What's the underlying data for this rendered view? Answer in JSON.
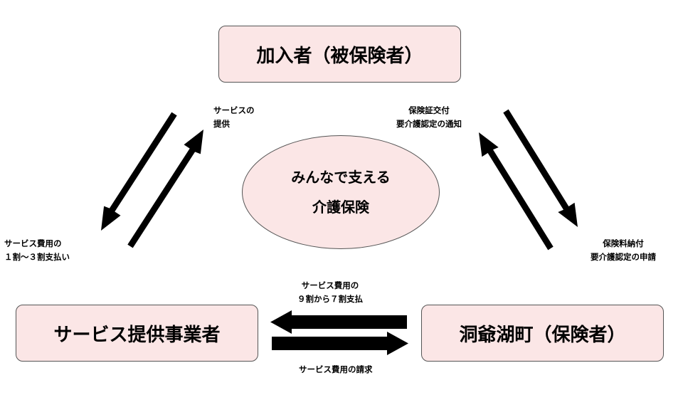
{
  "nodes": {
    "top": "加入者（被保険者）",
    "left": "サービス提供事業者",
    "right": "洞爺湖町（保険者）",
    "center": [
      "みんなで支える",
      "介護保険"
    ]
  },
  "labels": {
    "service_provision": [
      "サービスの",
      "提供"
    ],
    "insurance_cert": [
      "保険証交付",
      "要介護認定の通知"
    ],
    "user_payment": [
      "サービス費用の",
      "１割～３割支払い"
    ],
    "premium": [
      "保険料納付",
      "要介護認定の申請"
    ],
    "town_payment": [
      "サービス費用の",
      "９割から７割支払"
    ],
    "billing": "サービス費用の請求"
  }
}
